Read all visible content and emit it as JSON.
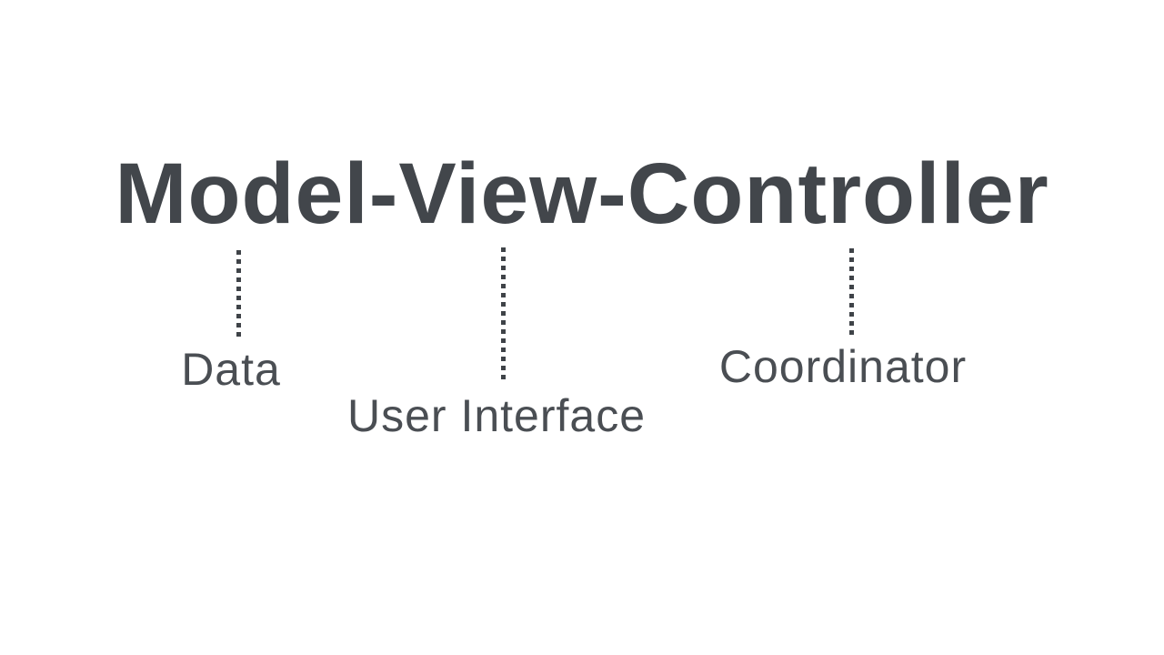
{
  "diagram": {
    "title": "Model-View-Controller",
    "colors": {
      "background": "#ffffff",
      "title_text": "#42464b",
      "label_text": "#4a4e53",
      "connector": "#3f4348"
    },
    "nodes": [
      {
        "term": "Model",
        "meaning": "Data"
      },
      {
        "term": "View",
        "meaning": "User Interface"
      },
      {
        "term": "Controller",
        "meaning": "Coordinator"
      }
    ]
  }
}
